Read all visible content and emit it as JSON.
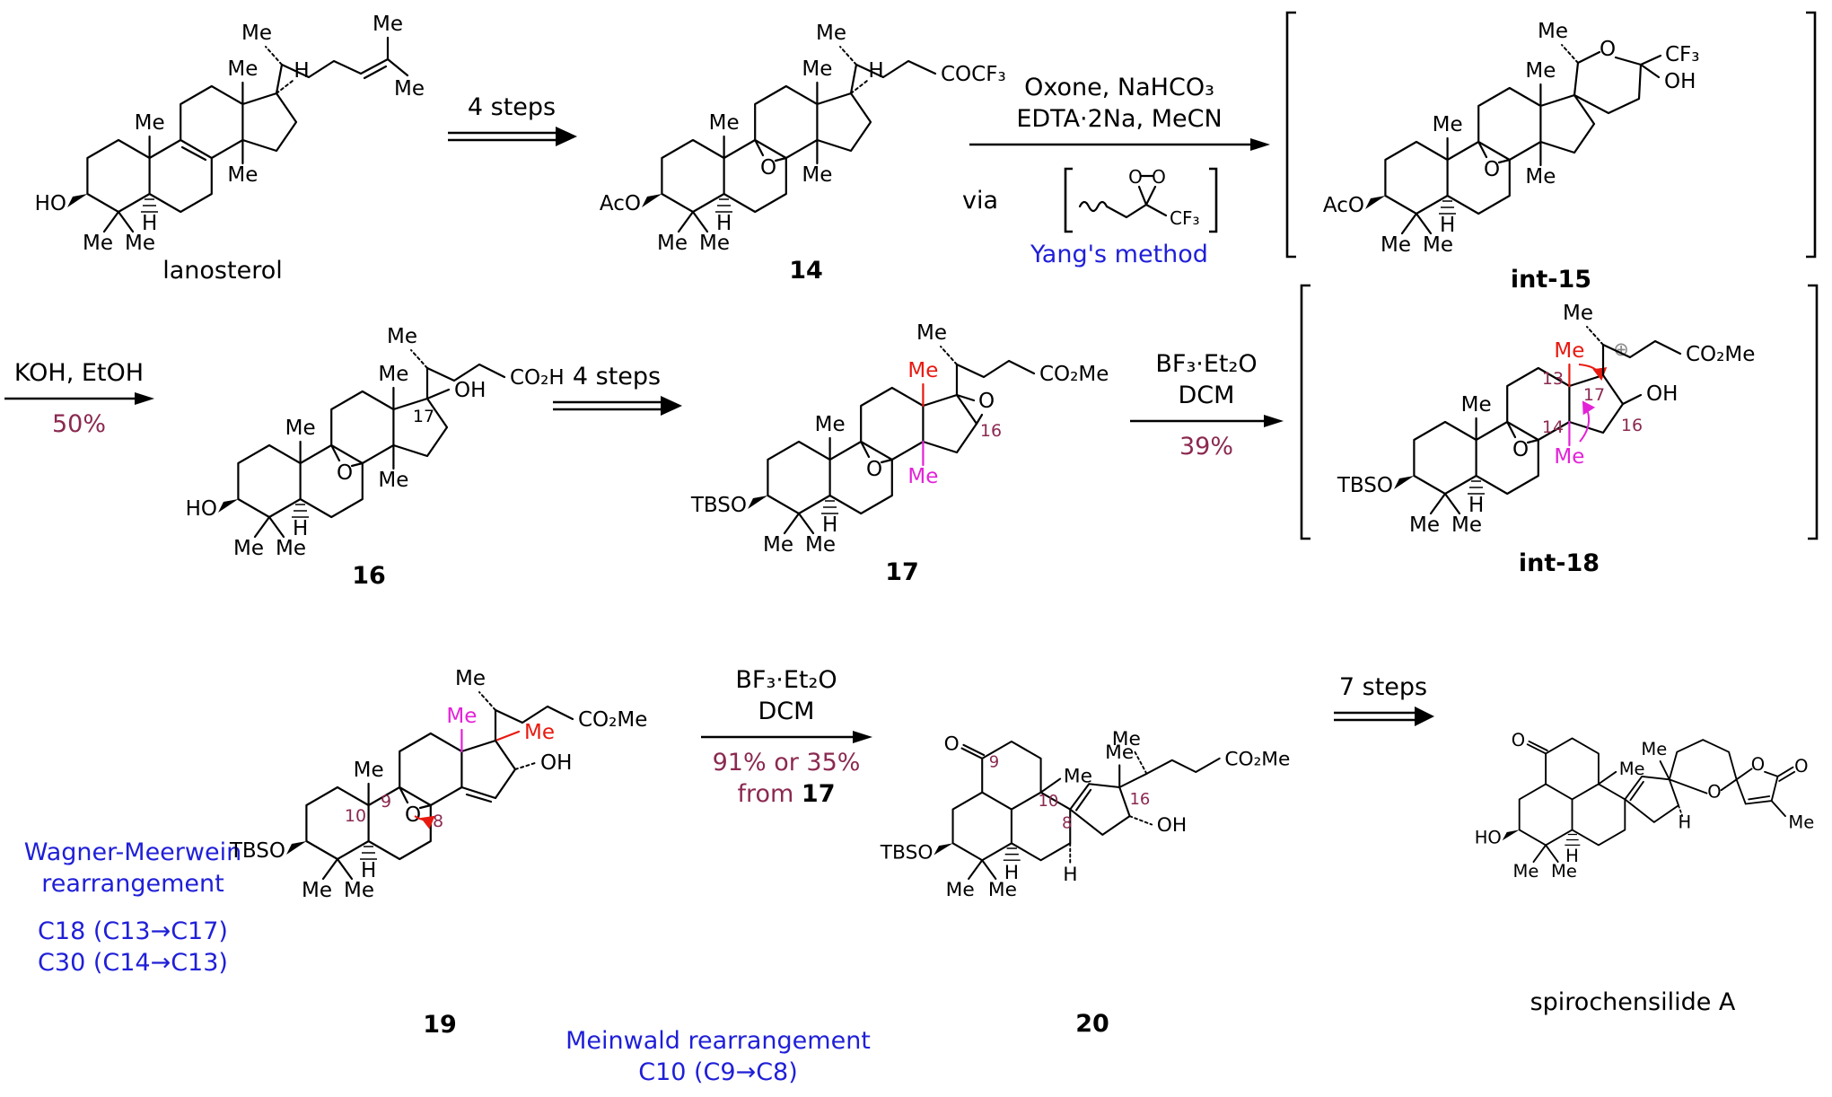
{
  "colors": {
    "blue": "#1f1fd8",
    "red": "#e8190f",
    "magenta": "#e322d8",
    "maroon": "#8b2950",
    "black": "#000000"
  },
  "common": {
    "me": "Me",
    "h": "H",
    "o": "O",
    "oh": "OH",
    "ho": "HO",
    "aco": "AcO",
    "tbso": "TBSO",
    "cf3": "CF₃",
    "co2me": "CO₂Me",
    "co2h": "CO₂H",
    "cocf3": "COCF₃",
    "cation": "⊕"
  },
  "nums": {
    "n8": "8",
    "n9": "9",
    "n10": "10",
    "n13": "13",
    "n14": "14",
    "n16": "16",
    "n17": "17"
  },
  "captions": {
    "lanosterol": "lanosterol",
    "c14": "14",
    "int15": "int-15",
    "c16": "16",
    "c17": "17",
    "int18": "int-18",
    "c19": "19",
    "c20": "20",
    "spiro": "spirochensilide A"
  },
  "arrows": {
    "steps4": "4 steps",
    "steps7": "7 steps",
    "oxone1": "Oxone, NaHCO₃",
    "oxone2": "EDTA·2Na, MeCN",
    "via": "via",
    "yang": "Yang's method",
    "koh": "KOH, EtOH",
    "y50": "50%",
    "bf3": "BF₃·Et₂O",
    "dcm": "DCM",
    "y39": "39%",
    "y91": "91% or 35%",
    "from": "from",
    "from_cpd": "17",
    "wm1": "Wagner-Meerwein",
    "wm2": "rearrangement",
    "wm3": "C18 (C13→C17)",
    "wm4": "C30 (C14→C13)",
    "mw1": "Meinwald rearrangement",
    "mw2": "C10 (C9→C8)"
  }
}
